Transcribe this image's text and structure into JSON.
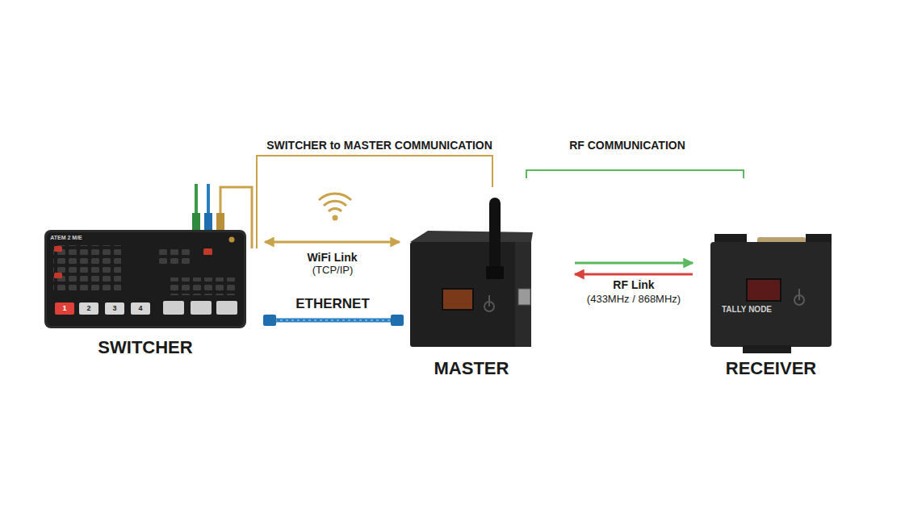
{
  "diagram": {
    "nodes": [
      {
        "text": [
          "SWITCHER"
        ]
      },
      {
        "text": [
          "MASTER"
        ]
      },
      {
        "text": [
          "RECEIVER"
        ]
      }
    ],
    "edges": [
      {
        "from": 0,
        "to": 1,
        "arrow": "both",
        "label": "WiFi Link"
      },
      {
        "from": 1,
        "to": 2,
        "arrow": "to"
      },
      {
        "from": 2,
        "to": 1,
        "arrow": "to",
        "label": "RF Link"
      }
    ],
    "labels": [
      "SWITCHER to MASTER COMMUNICATION",
      "RF COMMUNICATION",
      "(TCP/IP)",
      "ETHERNET",
      "(433MHz / 868MHz)",
      "ATEM 2 M/E",
      "1",
      "2",
      "3",
      "4",
      "TALLY NODE"
    ]
  }
}
